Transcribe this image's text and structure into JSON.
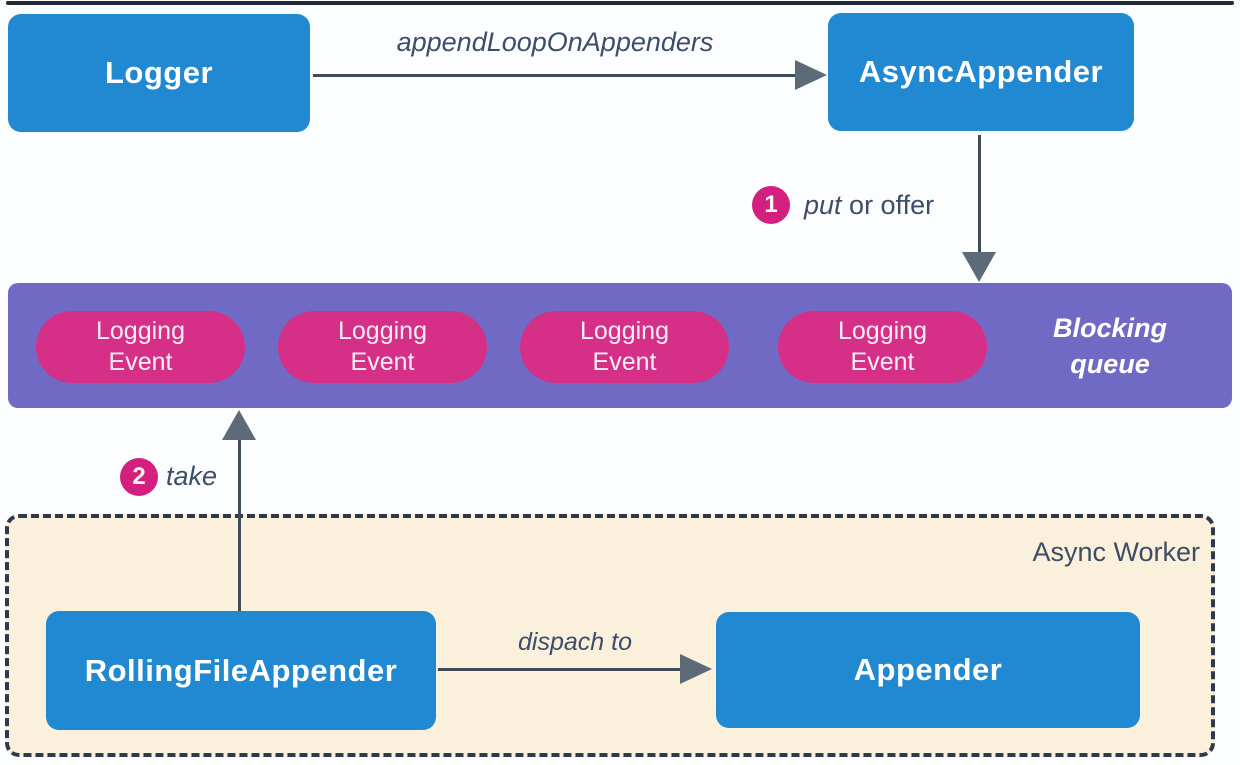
{
  "nodes": {
    "logger": {
      "label": "Logger"
    },
    "async_appender": {
      "label": "AsyncAppender"
    },
    "rolling_file_appender": {
      "label": "RollingFileAppender"
    },
    "appender": {
      "label": "Appender"
    }
  },
  "queue": {
    "label": "Blocking\nqueue",
    "events": [
      "Logging\nEvent",
      "Logging\nEvent",
      "Logging\nEvent",
      "Logging\nEvent"
    ]
  },
  "worker": {
    "label": "Async Worker"
  },
  "arrows": {
    "append_loop": {
      "label": "appendLoopOnAppenders"
    },
    "put": {
      "step": "1",
      "verb": "put",
      "rest": " or offer"
    },
    "take": {
      "step": "2",
      "label": "take"
    },
    "dispatch": {
      "label": "dispach to"
    }
  },
  "colors": {
    "node_blue": "#2189d1",
    "queue_purple": "#716ac5",
    "event_pink": "#d52f88",
    "step_badge_pink": "#d31f7d",
    "worker_cream": "#faf0dc",
    "dashed_border": "#2b3a4f",
    "arrow_line": "#3f4b59",
    "arrow_head": "#5d6a77",
    "label_text": "#3d4e6a"
  }
}
